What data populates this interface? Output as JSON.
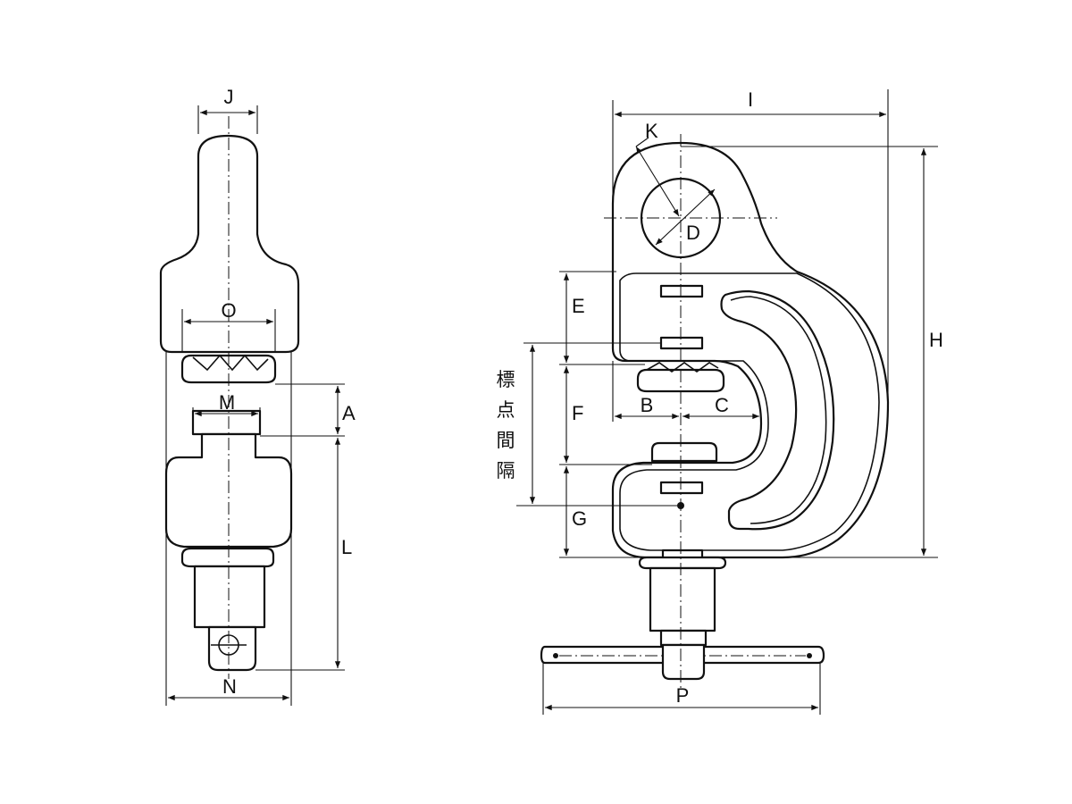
{
  "diagram": {
    "side_view_labels": {
      "j": "J",
      "o": "O",
      "m": "M",
      "a": "A",
      "l": "L",
      "n": "N"
    },
    "front_view_labels": {
      "i": "I",
      "k": "K",
      "d": "D",
      "h": "H",
      "e": "E",
      "b": "B",
      "c": "C",
      "f": "F",
      "g": "G",
      "p": "P"
    },
    "vertical_caption": [
      "標",
      "点",
      "間",
      "隔"
    ]
  }
}
